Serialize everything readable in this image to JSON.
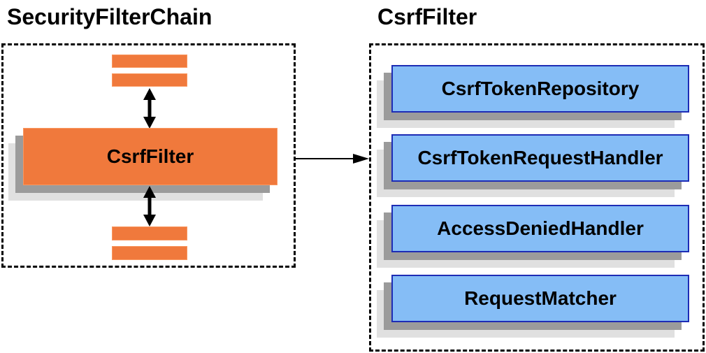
{
  "titles": {
    "left": "SecurityFilterChain",
    "right": "CsrfFilter"
  },
  "security_filter_chain": {
    "filter_label": "CsrfFilter"
  },
  "csrf_filter_components": [
    {
      "label": "CsrfTokenRepository"
    },
    {
      "label": "CsrfTokenRequestHandler"
    },
    {
      "label": "AccessDeniedHandler"
    },
    {
      "label": "RequestMatcher"
    }
  ],
  "colors": {
    "orange_fill": "#f0793c",
    "orange_border": "#f9975f",
    "blue_fill": "#85bdf6",
    "blue_border": "#1d2cb5",
    "shadow_dark": "#9b9b9b",
    "shadow_light": "#e0e0e0",
    "outline": "#000000",
    "arrow": "#000000"
  }
}
